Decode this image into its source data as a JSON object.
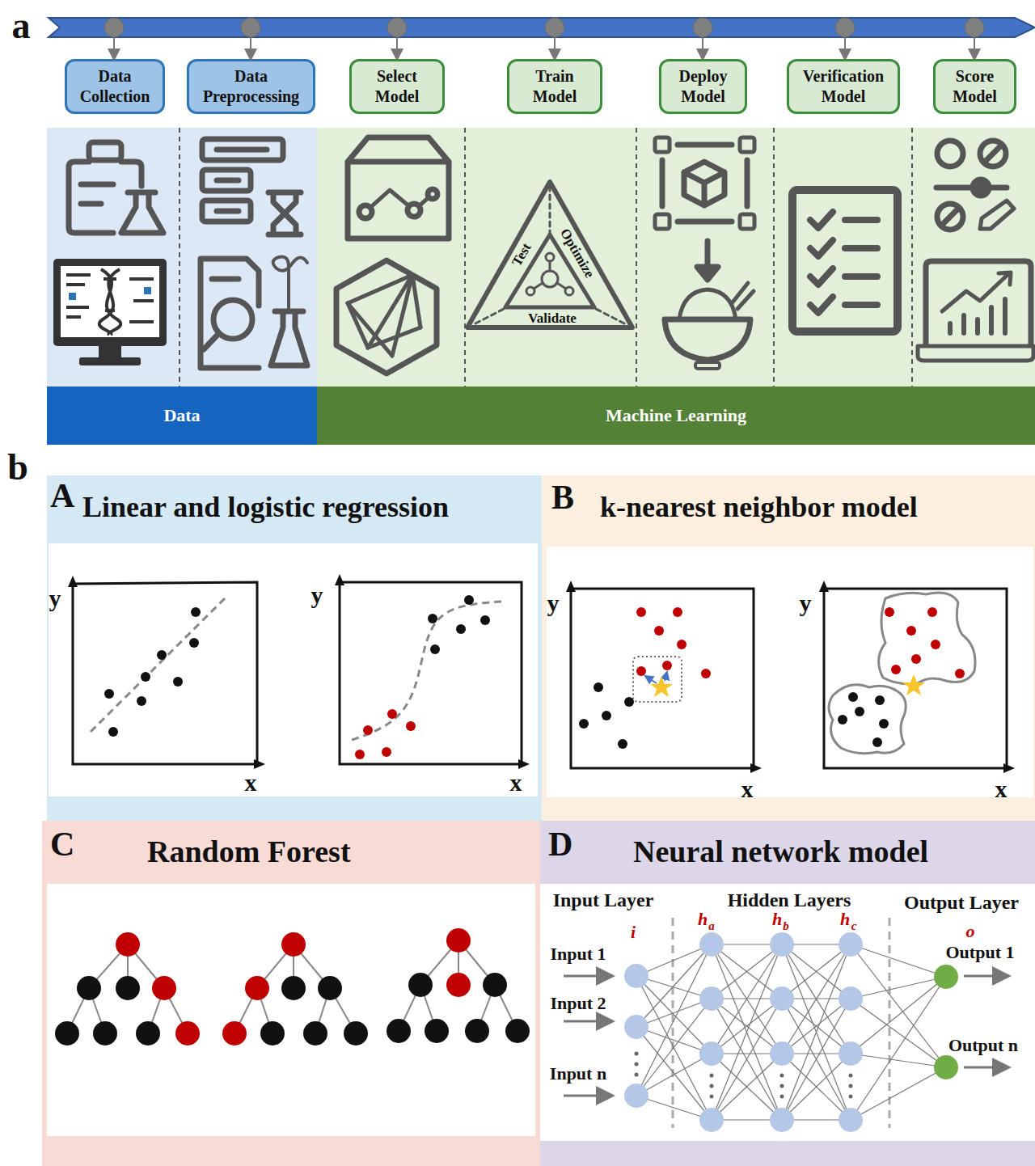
{
  "diagram": {
    "nodes": [
      {
        "text": [
          "Data Collection"
        ]
      },
      {
        "text": [
          "Data Preprocessing"
        ]
      },
      {
        "text": [
          "Select Model"
        ]
      },
      {
        "text": [
          "Train Model"
        ]
      },
      {
        "text": [
          "Deploy Model"
        ]
      },
      {
        "text": [
          "Verification Model"
        ]
      },
      {
        "text": [
          "Score Model"
        ]
      },
      {
        "text": [
          "Data"
        ]
      },
      {
        "text": [
          "Machine Learning"
        ]
      },
      {
        "text": [
          "A",
          "Linear and logistic regression"
        ]
      },
      {
        "text": [
          "B",
          "k-nearest neighbor model"
        ]
      },
      {
        "text": [
          "C",
          "Random Forest"
        ]
      },
      {
        "text": [
          "D",
          "Neural network model"
        ]
      }
    ],
    "labels": [
      "a",
      "b",
      "Test",
      "Optimize",
      "Validate",
      "y",
      "x",
      "y",
      "x",
      "y",
      "x",
      "y",
      "x",
      "Input Layer",
      "Hidden Layers",
      "Output Layer",
      "i",
      "h",
      "a",
      "h",
      "b",
      "h",
      "c",
      "o",
      "Input 1",
      "Input 2",
      "Input n",
      "Output 1",
      "Output n"
    ]
  }
}
